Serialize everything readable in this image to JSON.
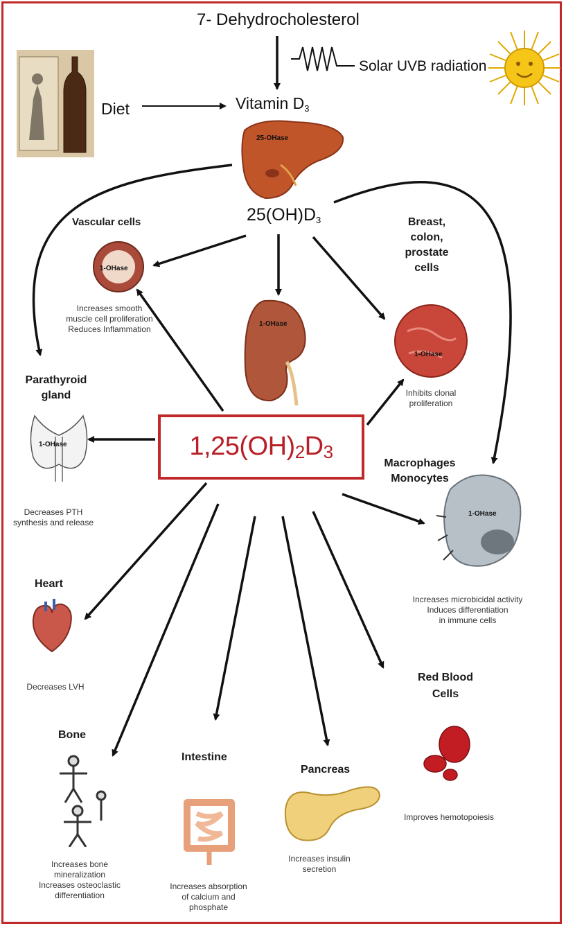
{
  "top": {
    "precursor": "7- Dehydrocholesterol",
    "uvb": "Solar UVB radiation",
    "diet": "Diet",
    "vitamin_d3": "Vitamin D",
    "vitamin_d3_sub": "3",
    "liver_enzyme": "25-OHase",
    "calcidiol": "25(OH)D",
    "calcidiol_sub": "3"
  },
  "center": {
    "prefix": "1,25(OH)",
    "sub1": "2",
    "middle": "D",
    "sub2": "3"
  },
  "kidney_enzyme": "1-OHase",
  "targets": {
    "vascular": {
      "label": "Vascular cells",
      "enzyme": "1-OHase",
      "desc1": "Increases smooth",
      "desc2": "muscle cell proliferation",
      "desc3": "Reduces Inflammation"
    },
    "breast": {
      "label1": "Breast,",
      "label2": "colon,",
      "label3": "prostate",
      "label4": "cells",
      "enzyme": "1-OHase",
      "desc1": "Inhibits clonal",
      "desc2": "proliferation"
    },
    "parathyroid": {
      "label1": "Parathyroid",
      "label2": "gland",
      "enzyme": "1-OHase",
      "desc1": "Decreases PTH",
      "desc2": "synthesis and release"
    },
    "macrophages": {
      "label1": "Macrophages",
      "label2": "Monocytes",
      "enzyme": "1-OHase",
      "desc1": "Increases microbicidal activity",
      "desc2": "Induces differentiation",
      "desc3": "in immune cells"
    },
    "heart": {
      "label": "Heart",
      "desc": "Decreases LVH"
    },
    "rbc": {
      "label1": "Red Blood",
      "label2": "Cells",
      "desc": "Improves hemotopoiesis"
    },
    "bone": {
      "label": "Bone",
      "desc1": "Increases bone",
      "desc2": "mineralization",
      "desc3": "Increases osteoclastic",
      "desc4": "differentiation"
    },
    "intestine": {
      "label": "Intestine",
      "desc1": "Increases absorption",
      "desc2": "of calcium and",
      "desc3": "phosphate"
    },
    "pancreas": {
      "label": "Pancreas",
      "desc1": "Increases insulin",
      "desc2": "secretion"
    }
  },
  "colors": {
    "frame": "#c0282a",
    "central_text": "#b81f26",
    "sun": "#f5c518",
    "organ": "#c0552a"
  }
}
